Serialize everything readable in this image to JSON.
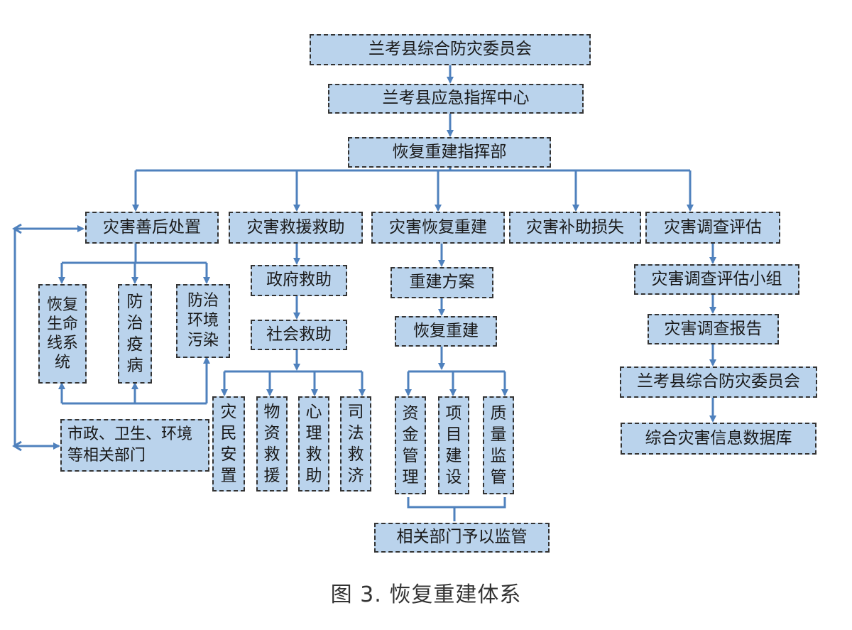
{
  "top": {
    "committee": "兰考县综合防灾委员会",
    "command_center": "兰考县应急指挥中心",
    "hq": "恢复重建指挥部"
  },
  "branches": {
    "aftermath": "灾害善后处置",
    "relief": "灾害救援救助",
    "recovery": "灾害恢复重建",
    "compensation": "灾害补助损失",
    "survey": "灾害调查评估"
  },
  "aftermath_items": {
    "lifeline": "恢复生命线系统",
    "epidemic": "防治疫病",
    "pollution": "防治环境污染",
    "departments": "市政、卫生、环境等相关部门"
  },
  "relief_items": {
    "government_aid": "政府救助",
    "social_aid": "社会救助",
    "resettle": "灾民安置",
    "materials": "物资救援",
    "psychological": "心理救助",
    "judicial": "司法救济"
  },
  "recovery_items": {
    "plan": "重建方案",
    "rebuild": "恢复重建",
    "funds": "资金管理",
    "project": "项目建设",
    "quality": "质量监管",
    "supervise": "相关部门予以监管"
  },
  "survey_items": {
    "team": "灾害调查评估小组",
    "report": "灾害调查报告",
    "committee": "兰考县综合防灾委员会",
    "database": "综合灾害信息数据库"
  },
  "caption": "图 3. 恢复重建体系",
  "colors": {
    "box_fill": "#bad3ec",
    "box_border": "#333333",
    "connector": "#4f81bd"
  }
}
